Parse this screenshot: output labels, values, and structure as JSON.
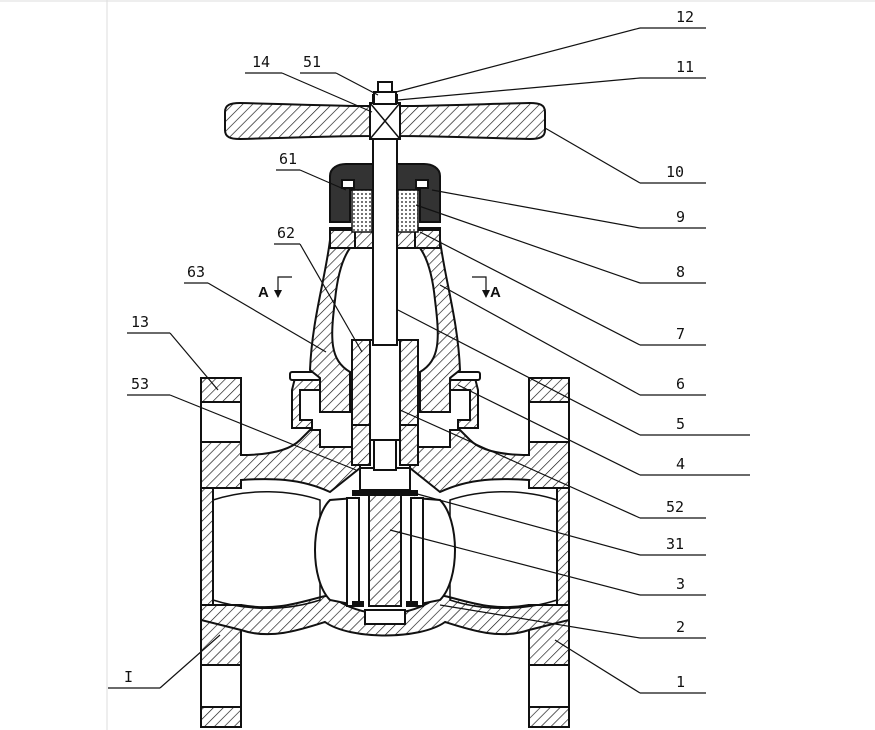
{
  "labels": {
    "l1": "1",
    "l2": "2",
    "l3": "3",
    "l31": "31",
    "l52": "52",
    "l4": "4",
    "l5": "5",
    "l6": "6",
    "l7": "7",
    "l8": "8",
    "l9": "9",
    "l10": "10",
    "l11": "11",
    "l12": "12",
    "l14": "14",
    "l51": "51",
    "l61": "61",
    "l62": "62",
    "l63": "63",
    "l13": "13",
    "l53": "53",
    "lI": "I"
  },
  "section": {
    "left": "A",
    "right": "A"
  },
  "colors": {
    "stroke": "#111111",
    "background": "#ffffff"
  }
}
